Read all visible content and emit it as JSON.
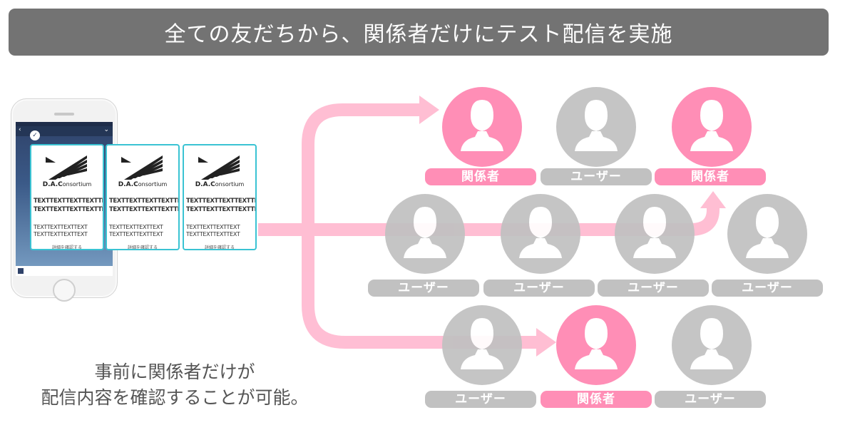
{
  "title": "全ての友だちから、関係者だけにテスト配信を実施",
  "phone": {
    "card_brand_prefix": "D.A.C",
    "card_brand_suffix": "onsortium",
    "card_bold_line1": "TEXTTEXTTEXTTEXTTEXT",
    "card_bold_line2": "TEXTTEXTTEXTTEXTTEXT",
    "card_line1": "TEXTTEXTTEXTTEXT",
    "card_line2": "TEXTTEXTTEXTTEXT",
    "card_link": "詳細を確認する"
  },
  "users": [
    {
      "label": "関係者",
      "kind": "stakeholder"
    },
    {
      "label": "ユーザー",
      "kind": "user"
    },
    {
      "label": "関係者",
      "kind": "stakeholder"
    },
    {
      "label": "ユーザー",
      "kind": "user"
    },
    {
      "label": "ユーザー",
      "kind": "user"
    },
    {
      "label": "ユーザー",
      "kind": "user"
    },
    {
      "label": "ユーザー",
      "kind": "user"
    },
    {
      "label": "ユーザー",
      "kind": "user"
    },
    {
      "label": "関係者",
      "kind": "stakeholder"
    },
    {
      "label": "ユーザー",
      "kind": "user"
    }
  ],
  "caption_line1": "事前に関係者だけが",
  "caption_line2": "配信内容を確認することが可能。",
  "colors": {
    "stakeholder": "#ff8eb6",
    "user": "#c1c1c1",
    "arrow": "#ffb9d0",
    "card_border": "#3ac3d3",
    "banner": "#737373"
  }
}
